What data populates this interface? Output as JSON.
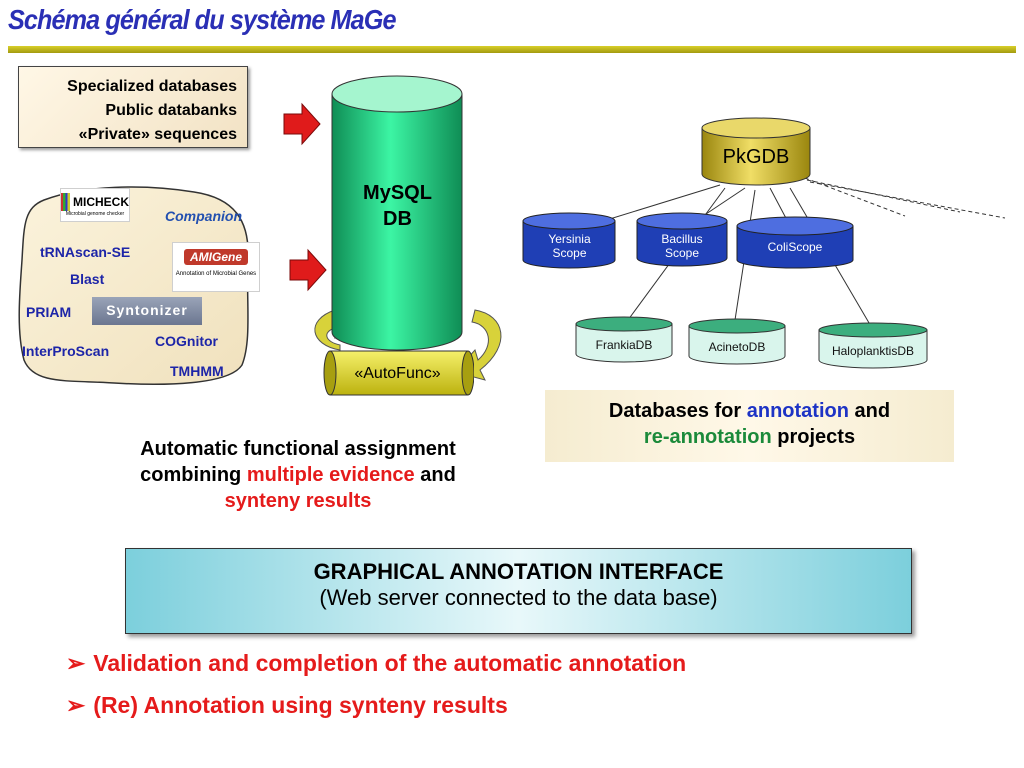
{
  "title": "Schéma général du système MaGe",
  "sources": {
    "line1": "Specialized databases",
    "line2": "Public databanks",
    "line3": "«Private» sequences"
  },
  "tools": {
    "trnascan": "tRNAscan-SE",
    "blast": "Blast",
    "priam": "PRIAM",
    "interproscan": "InterProScan",
    "cognitor": "COGnitor",
    "tmhmm": "TMHMM",
    "micheck_logo": "MICHECK",
    "micheck_sub": "Microbial genome checker",
    "companion_logo": "Companion",
    "amigene_logo": "AMIGene",
    "amigene_sub": "Annotation of Microbial Genes",
    "syntonizer_logo": "Syntonizer"
  },
  "mysql": {
    "line1": "MySQL",
    "line2": "DB"
  },
  "autofunc": "«AutoFunc»",
  "caption_left": {
    "line1": "Automatic functional assignment",
    "line2a": "combining ",
    "line2b": "multiple evidence",
    "line2c": " and",
    "line3": "synteny results"
  },
  "pkgdb": "PkGDB",
  "blue_dbs": [
    {
      "line1": "Yersinia",
      "line2": "Scope"
    },
    {
      "line1": "Bacillus",
      "line2": "Scope"
    },
    {
      "line1": "ColiScope",
      "line2": ""
    }
  ],
  "green_dbs": [
    "FrankiaDB",
    "AcinetoDB",
    "HaloplanktisDB"
  ],
  "caption_right": {
    "line1a": "Databases for ",
    "line1b": "annotation",
    "line1c": " and",
    "line2a": "re-annotation",
    "line2b": " projects"
  },
  "interface": {
    "line1": "GRAPHICAL ANNOTATION INTERFACE",
    "line2": "(Web server connected to the data base)"
  },
  "bullets": [
    "Validation and completion of the automatic annotation",
    "(Re) Annotation using synteny results"
  ],
  "colors": {
    "title": "#2a2fb5",
    "accent_red": "#e51b1b",
    "mysql_green": "#1fd486",
    "pkgdb_gold": "#d6c23a",
    "blue_db": "#1f3fb5"
  }
}
